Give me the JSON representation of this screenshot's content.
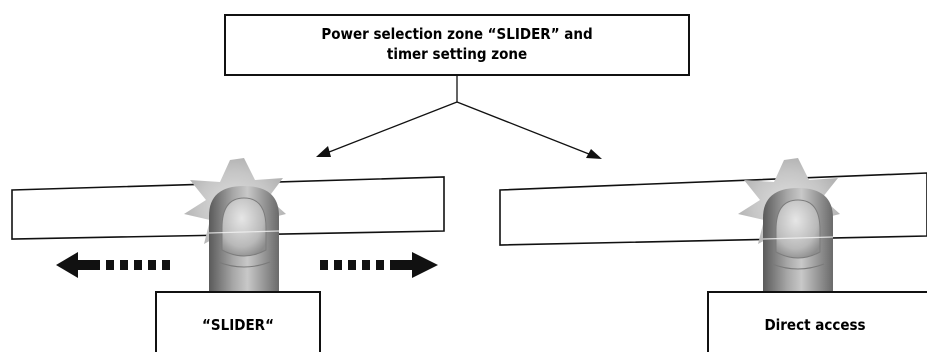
{
  "header": {
    "title_line1": "Power selection zone “SLIDER” and",
    "title_line2": "timer setting zone"
  },
  "labels": {
    "slider": "“SLIDER“",
    "direct_access": "Direct access"
  },
  "colors": {
    "stroke": "#111111",
    "finger_light": "#d6d6d6",
    "finger_mid": "#9a9a9a",
    "finger_dark": "#5a5a5a",
    "glow": "#c4c4c4",
    "arrow": "#111111"
  },
  "icons": {
    "left_arrow": "dashed-arrow-left-icon",
    "right_arrow": "dashed-arrow-right-icon",
    "touch": "finger-touch-icon"
  }
}
